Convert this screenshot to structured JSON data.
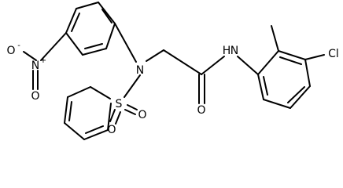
{
  "diagram": {
    "type": "chemical-structure",
    "atom_labels": {
      "nitro_o_minus": "O",
      "nitro_o_minus_charge": "-",
      "nitro_n": "N",
      "nitro_n_charge": "+",
      "nitro_o": "O",
      "amine_n": "N",
      "sulfonyl_s": "S",
      "sulfonyl_o_left": "O",
      "sulfonyl_o_right": "O",
      "carbonyl_o": "O",
      "amide_n": "N",
      "amide_h": "H",
      "chlorine": "Cl"
    }
  }
}
